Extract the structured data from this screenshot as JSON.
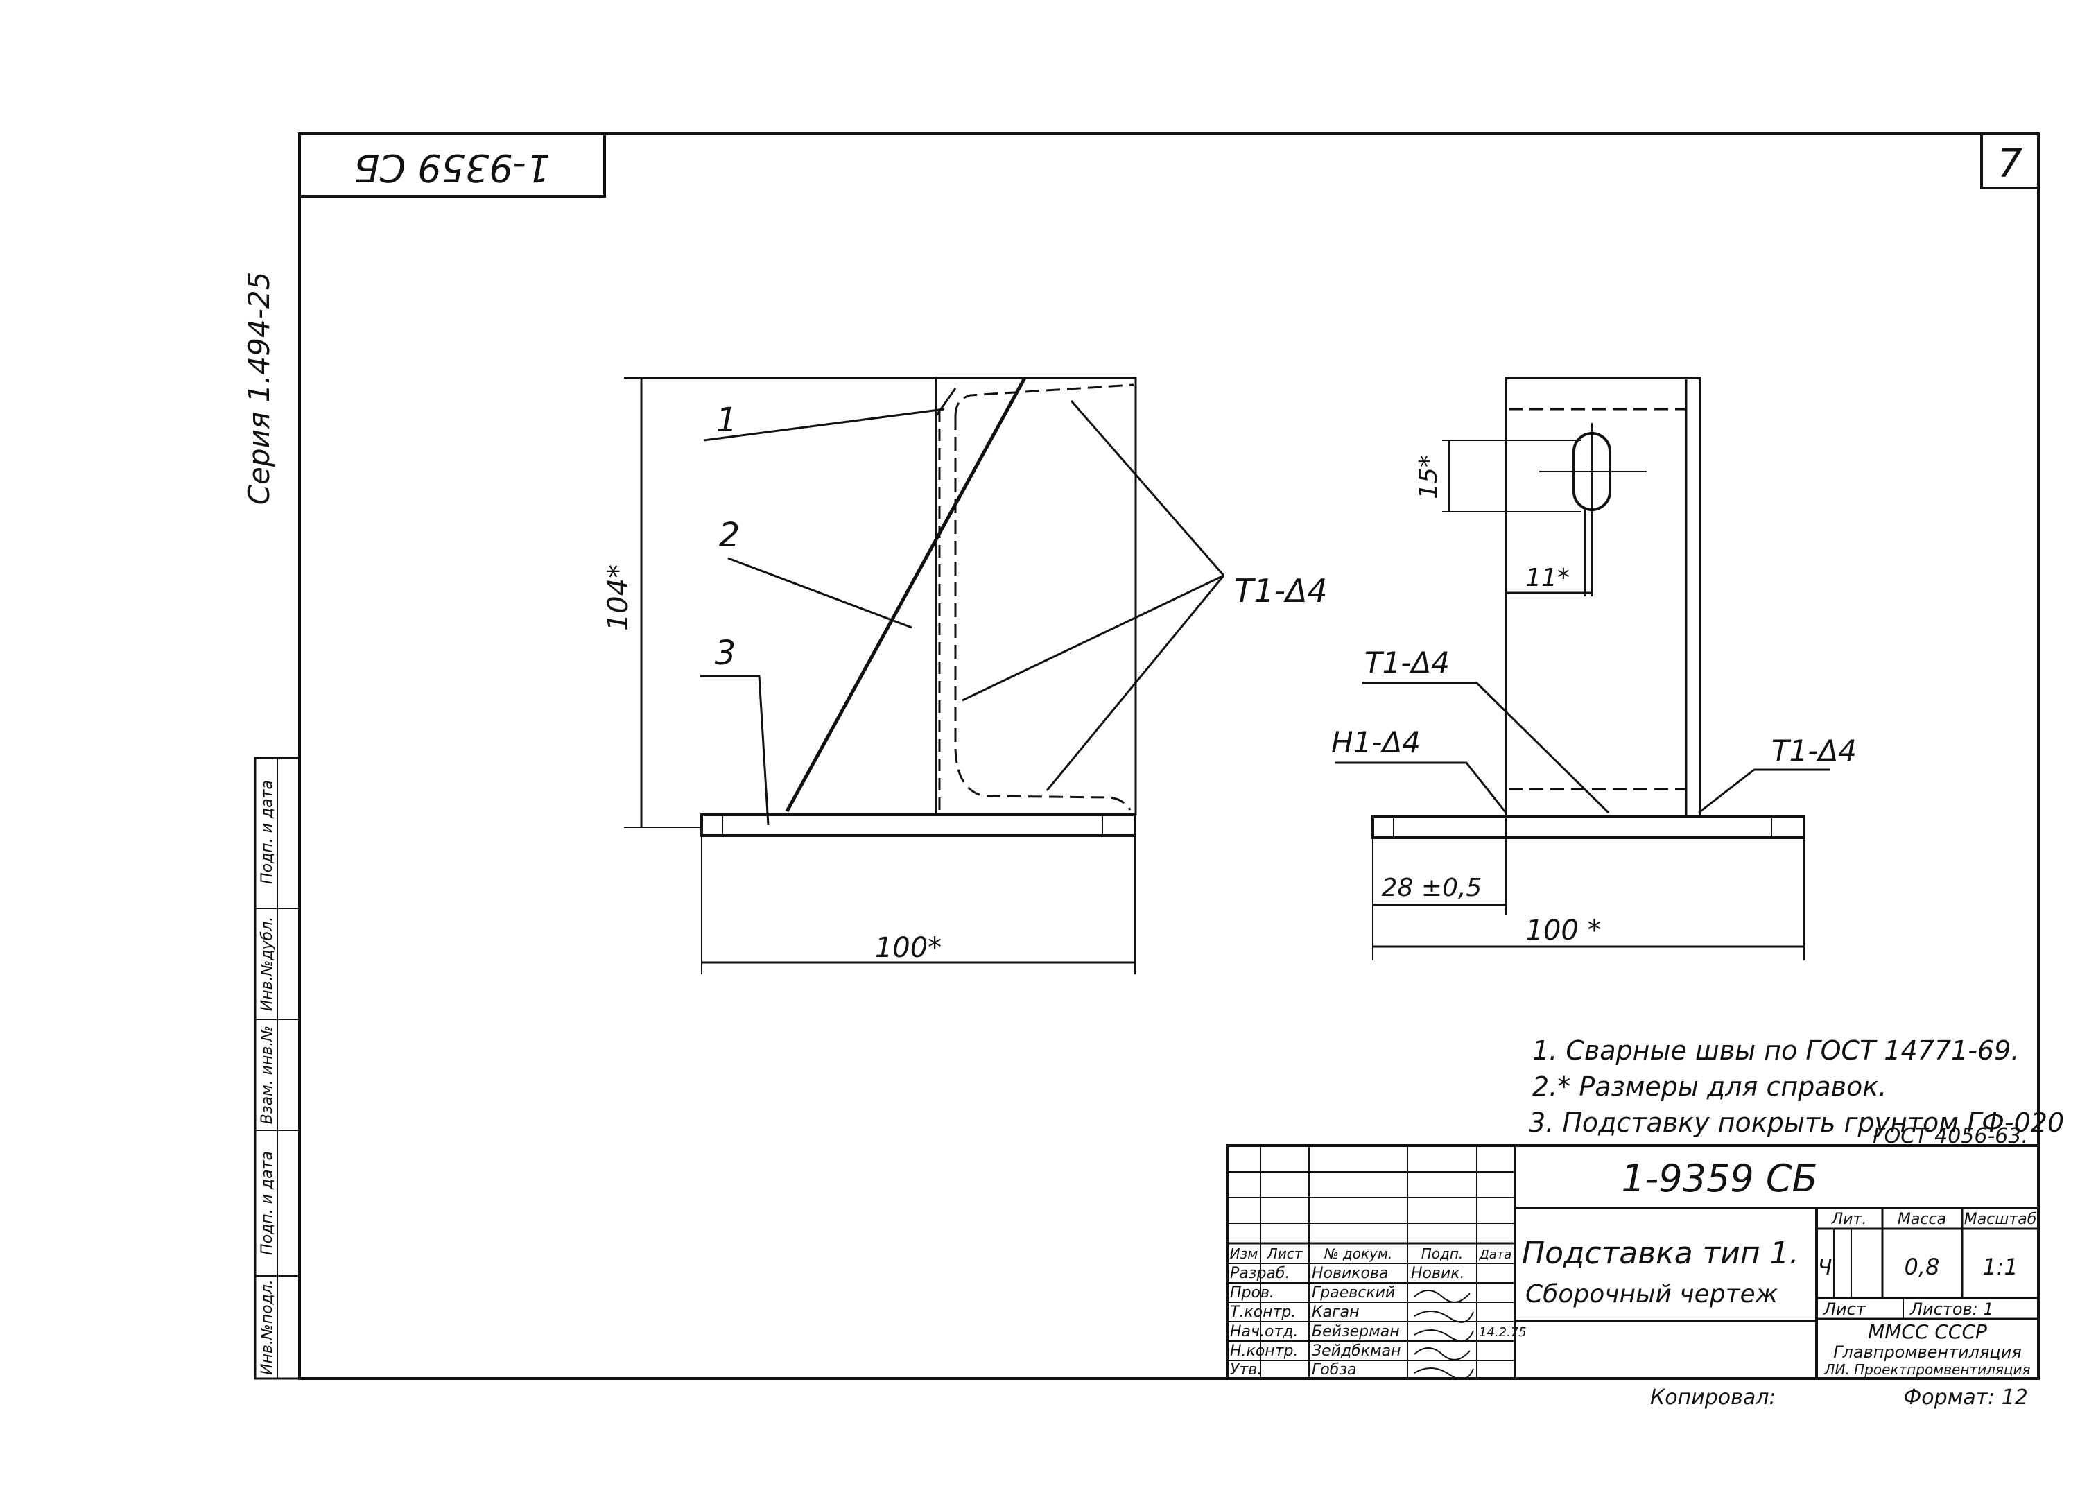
{
  "sheet": {
    "sheet_number": "7",
    "code_upside_down": "1-9359 СБ",
    "series": "Серия 1.494-25"
  },
  "side_strip": [
    "Инв.№подл.",
    "Подп. и дата",
    "Взам. инв.№",
    "Инв.№дубл.",
    "Подп. и дата"
  ],
  "view_front": {
    "callouts": [
      "1",
      "2",
      "3"
    ],
    "weld": "Т1-Δ4",
    "dim_height": "104*",
    "dim_width": "100*"
  },
  "view_side": {
    "weld_top": "Т1-Δ4",
    "weld_left": "Н1-Δ4",
    "weld_right": "Т1-Δ4",
    "dim_slot_h": "15*",
    "dim_slot_x": "11*",
    "dim_offset": "28 ±0,5",
    "dim_width": "100 *"
  },
  "notes": [
    "1. Сварные швы по ГОСТ 14771-69.",
    "2.* Размеры для справок.",
    "3. Подставку покрыть грунтом ГФ-020",
    "ГОСТ 4056-63."
  ],
  "title_block": {
    "code": "1-9359 СБ",
    "name_line1": "Подставка тип 1.",
    "name_line2": "Сборочный чертеж",
    "col_headers": [
      "Изм",
      "Лист",
      "№ докум.",
      "Подп.",
      "Дата"
    ],
    "rows": [
      {
        "role": "Разраб.",
        "name": "Новикова",
        "sign": "Новик.",
        "date": ""
      },
      {
        "role": "Пров.",
        "name": "Граевский",
        "sign": "",
        "date": ""
      },
      {
        "role": "Т.контр.",
        "name": "Каган",
        "sign": "",
        "date": ""
      },
      {
        "role": "Нач.отд.",
        "name": "Бейзерман",
        "sign": "",
        "date": "14.2.75"
      },
      {
        "role": "Н.контр.",
        "name": "Зейдбкман",
        "sign": "",
        "date": ""
      },
      {
        "role": "Утв.",
        "name": "Гобза",
        "sign": "",
        "date": ""
      }
    ],
    "lit_label": "Лит.",
    "mass_label": "Масса",
    "scale_label": "Масштаб",
    "lit_value": "Ч",
    "mass_value": "0,8",
    "scale_value": "1:1",
    "sheet_label": "Лист",
    "sheets_label": "Листов: 1",
    "org_line1": "ММСС СССР",
    "org_line2": "Главпромвентиляция",
    "org_line3": "ЛИ. Проектпромвентиляция"
  },
  "footer": {
    "copied": "Копировал:",
    "format": "Формат: 12"
  }
}
